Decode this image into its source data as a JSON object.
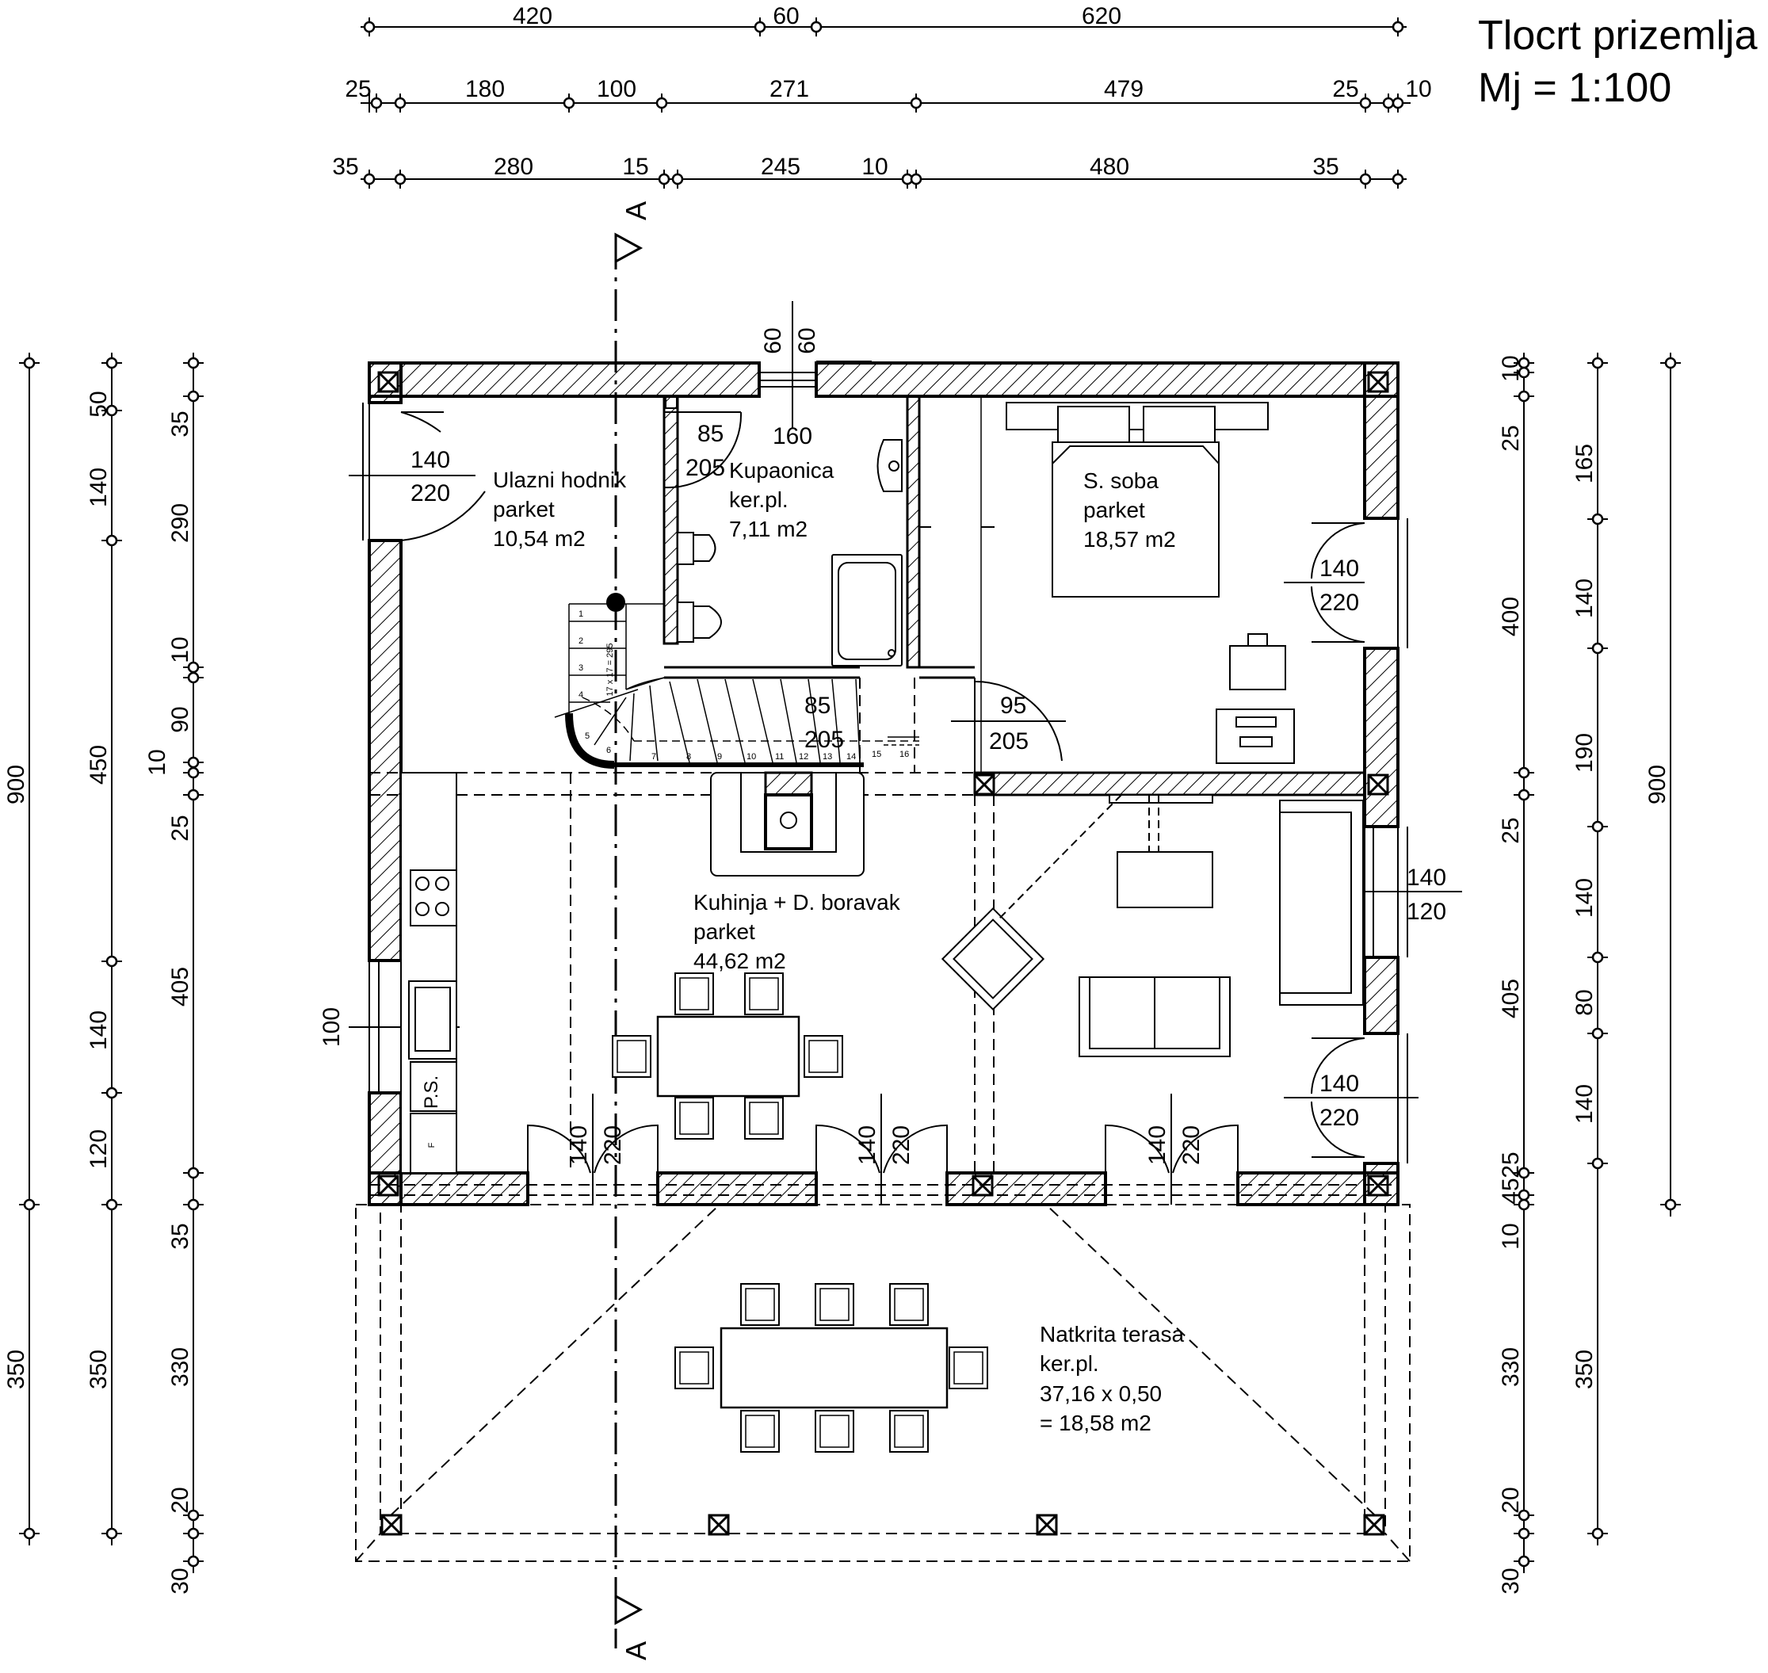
{
  "title": {
    "line1": "Tlocrt prizemlja",
    "line2": "Mj = 1:100"
  },
  "section_marker": "A",
  "rooms": {
    "hall": {
      "name": "Ulazni hodnik",
      "floor": "parket",
      "area": "10,54 m2"
    },
    "bath": {
      "name": "Kupaonica",
      "floor": "ker.pl.",
      "area": "7,11 m2"
    },
    "bedroom": {
      "name": "S. soba",
      "floor": "parket",
      "area": "18,57 m2"
    },
    "living": {
      "name": "Kuhinja + D. boravak",
      "floor": "parket",
      "area": "44,62 m2"
    },
    "terrace": {
      "name": "Natkrita terasa",
      "floor": "ker.pl.",
      "calc": "37,16 x 0,50",
      "area": "= 18,58 m2"
    }
  },
  "labels": {
    "pantry": "P.S.",
    "fridge": "F",
    "stair_note": "17 x 17 = 295"
  },
  "top_dims": {
    "row1": [
      "420",
      "60",
      "620"
    ],
    "row2": [
      "25",
      "180",
      "100",
      "271",
      "479",
      "25",
      "10"
    ],
    "row3": [
      "35",
      "280",
      "15",
      "245",
      "10",
      "480",
      "35"
    ]
  },
  "left_dims": {
    "outer": [
      "900",
      "350"
    ],
    "col2": [
      "50",
      "140",
      "450",
      "140",
      "120",
      "350"
    ],
    "col3": [
      "35",
      "290",
      "10",
      "90",
      "10",
      "25",
      "405",
      "35",
      "330",
      "20",
      "30"
    ]
  },
  "right_dims": {
    "col1": [
      "10",
      "25",
      "400",
      "25",
      "405",
      "25",
      "45",
      "10",
      "330",
      "20",
      "30"
    ],
    "col2": [
      "165",
      "140",
      "190",
      "140",
      "80",
      "140",
      "350"
    ],
    "outer": [
      "900"
    ]
  },
  "openings": {
    "top_window_w": "60",
    "top_window_h": "60",
    "entry_door": [
      "140",
      "220"
    ],
    "bath_window": [
      "85",
      "205"
    ],
    "bath_window_h": "160",
    "stair_window": [
      "85",
      "205"
    ],
    "bed_door": [
      "95",
      "205"
    ],
    "bed_window": [
      "140",
      "220"
    ],
    "living_window": [
      "140",
      "120"
    ],
    "living_window_h": "100",
    "living_door_right": [
      "140",
      "220"
    ],
    "kitchen_window": [
      "140",
      "120"
    ],
    "kitchen_window_h": "100",
    "south_doors": [
      [
        "140",
        "220"
      ],
      [
        "140",
        "220"
      ],
      [
        "140",
        "220"
      ]
    ]
  },
  "stair_steps": [
    "1",
    "2",
    "3",
    "4",
    "5",
    "6",
    "7",
    "8",
    "9",
    "10",
    "11",
    "12",
    "13",
    "14",
    "15",
    "16"
  ]
}
